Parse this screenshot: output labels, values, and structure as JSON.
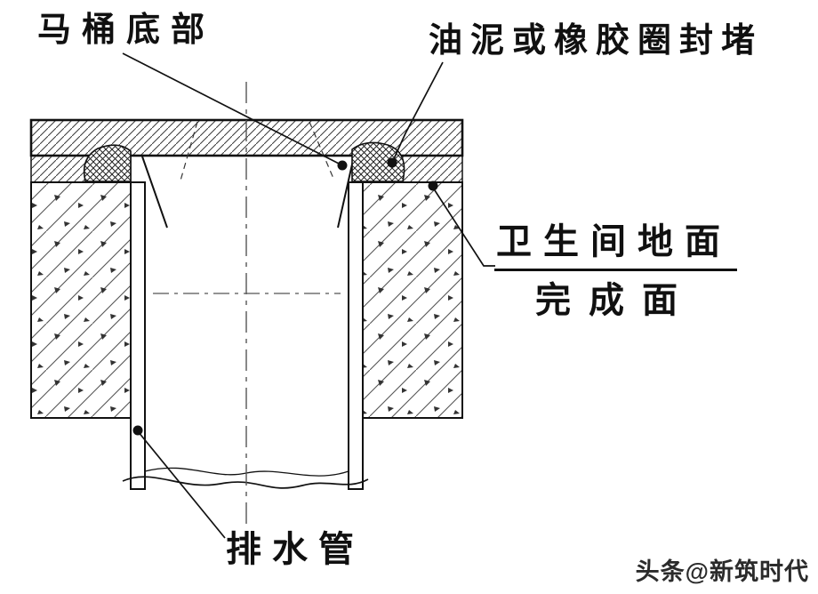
{
  "diagram": {
    "title_hint": "toilet-drain-seal-section-detail",
    "labels": {
      "toilet_bottom": "马桶底部",
      "seal": "油泥或橡胶圈封堵",
      "floor_finish_line1": "卫生间地面",
      "floor_finish_line2": "完成面",
      "drain_pipe": "排水管"
    },
    "colors": {
      "line": "#111111",
      "hatch": "#3a3a3a",
      "background": "#ffffff",
      "watermark": "#2b2b2b"
    }
  },
  "watermark": {
    "text": "头条@新筑时代"
  }
}
